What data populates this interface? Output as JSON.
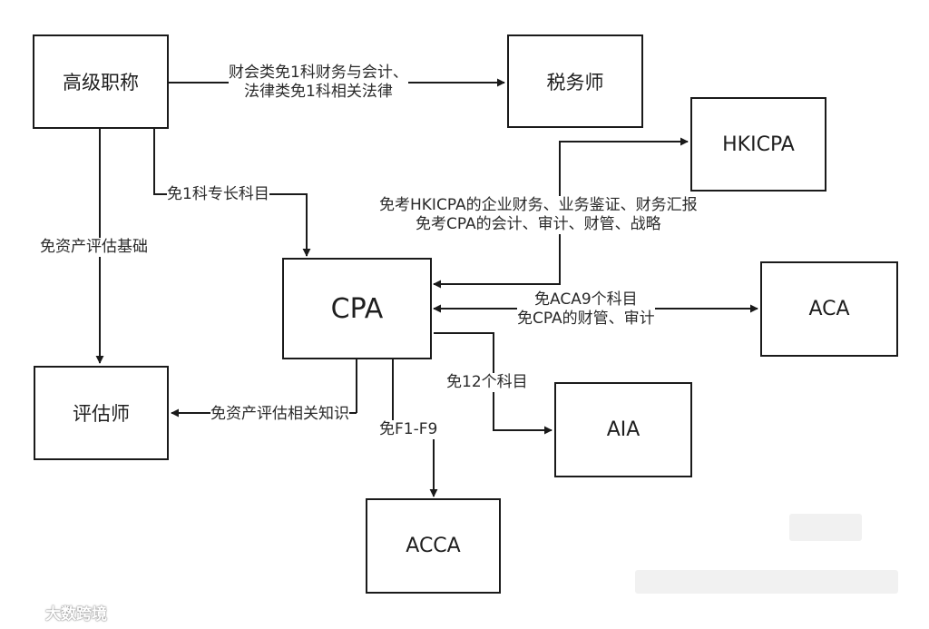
{
  "nodes": {
    "senior_title": "高级职称",
    "tax_advisor": "税务师",
    "hkicpa": "HKICPA",
    "cpa": "CPA",
    "aca": "ACA",
    "appraiser": "评估师",
    "aia": "AIA",
    "acca": "ACCA"
  },
  "edges": {
    "senior_to_tax": [
      "财会类免1科财务与会计、",
      "法律类免1科相关法律"
    ],
    "senior_to_cpa": "免1科专长科目",
    "senior_to_appraiser": "免资产评估基础",
    "cpa_hkicpa": [
      "免考HKICPA的企业财务、业务鉴证、财务汇报",
      "免考CPA的会计、审计、财管、战略"
    ],
    "cpa_aca": [
      "免ACA9个科目",
      "免CPA的财管、审计"
    ],
    "cpa_to_aia": "免12个科目",
    "cpa_to_appraiser": "免资产评估相关知识",
    "cpa_to_acca": "免F1-F9"
  },
  "watermark": {
    "text": "大数跨境",
    "icon": "weibo-logo-icon"
  },
  "colors": {
    "line": "#1a1a1a",
    "background": "#ffffff"
  }
}
